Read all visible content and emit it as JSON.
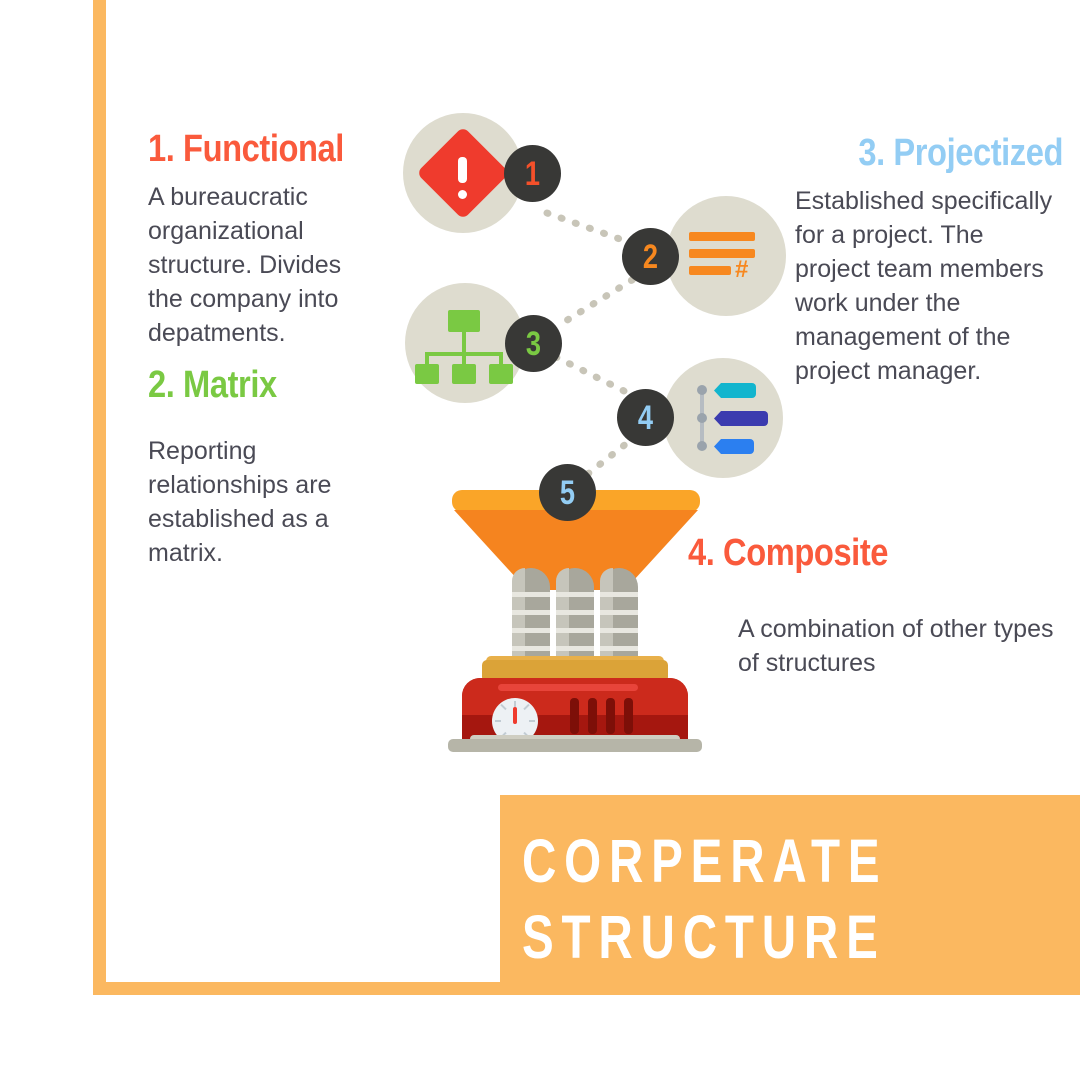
{
  "theme": {
    "accent_orange": "#fbb860",
    "heading_red": "#fa5a3c",
    "heading_green": "#7ac943",
    "heading_blue": "#93cdf4",
    "body_text": "#4a4a55",
    "node_circle": "#dedccf",
    "badge_circle": "#383836",
    "dot_connector": "#c8c5b8",
    "title_text": "#ffffff"
  },
  "title": {
    "line1": "CORPERATE",
    "line2": "STRUCTURE"
  },
  "sections": {
    "functional": {
      "heading": "1. Functional",
      "body": "A bureaucratic organizational structure. Divides the company into depatments."
    },
    "matrix": {
      "heading": "2. Matrix",
      "body": "Reporting relationships are established as a matrix."
    },
    "projectized": {
      "heading": "3. Projectized",
      "body": "Established specifically for a project. The project team members work under the management of the project manager."
    },
    "composite": {
      "heading": "4. Composite",
      "body": "A combination of other types of structures"
    }
  },
  "diagram": {
    "badges": [
      {
        "number": "1",
        "color": "#f4502a"
      },
      {
        "number": "2",
        "color": "#f7881f"
      },
      {
        "number": "3",
        "color": "#7ac943"
      },
      {
        "number": "4",
        "color": "#93cdf4"
      },
      {
        "number": "5",
        "color": "#93cdf4"
      }
    ],
    "icons": [
      {
        "name": "warning-diamond-icon",
        "color": "#ef3b2d"
      },
      {
        "name": "document-lines-icon",
        "color": "#f7881f"
      },
      {
        "name": "org-chart-icon",
        "color": "#7ac943"
      },
      {
        "name": "gantt-chart-icon",
        "colors": [
          "#12b5ce",
          "#3b3baf",
          "#2b7ff0"
        ]
      },
      {
        "name": "grinder-machine-illustration",
        "colors": [
          "#f5841f",
          "#a8a79c",
          "#cc2a1c"
        ]
      }
    ]
  }
}
